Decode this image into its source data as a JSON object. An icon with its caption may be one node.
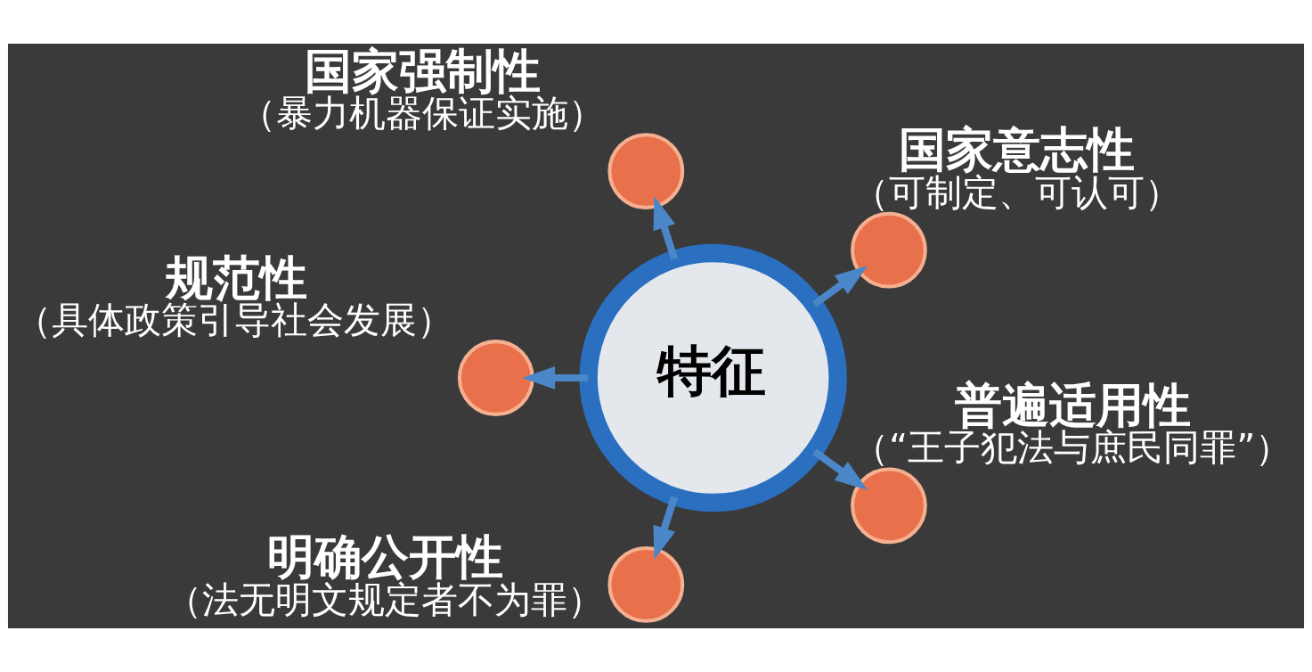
{
  "diagram": {
    "nodes": [
      {
        "text": [
          "特征"
        ]
      },
      {
        "text": [],
        "shape": "circle",
        "beside": [
          "国家意志性",
          "（可制定、可认可）"
        ]
      },
      {
        "text": [],
        "shape": "circle",
        "beside": [
          "国家强制性",
          "（暴力机器保证实施）"
        ]
      },
      {
        "text": [],
        "shape": "circle",
        "beside": [
          "规范性",
          "（具体政策引导社会发展）"
        ]
      },
      {
        "text": [],
        "shape": "circle",
        "beside": [
          "明确公开性",
          "（法无明文规定者不为罪）"
        ]
      },
      {
        "text": [],
        "shape": "circle",
        "beside": [
          "普遍适用性",
          "（“王子犯法与庶民同罪”）"
        ]
      }
    ],
    "edges": [
      {
        "from": 0,
        "to": 1,
        "arrow": "to"
      },
      {
        "from": 0,
        "to": 2,
        "arrow": "to"
      },
      {
        "from": 0,
        "to": 3,
        "arrow": "to"
      },
      {
        "from": 0,
        "to": 4,
        "arrow": "to"
      },
      {
        "from": 0,
        "to": 5,
        "arrow": "to"
      }
    ]
  }
}
